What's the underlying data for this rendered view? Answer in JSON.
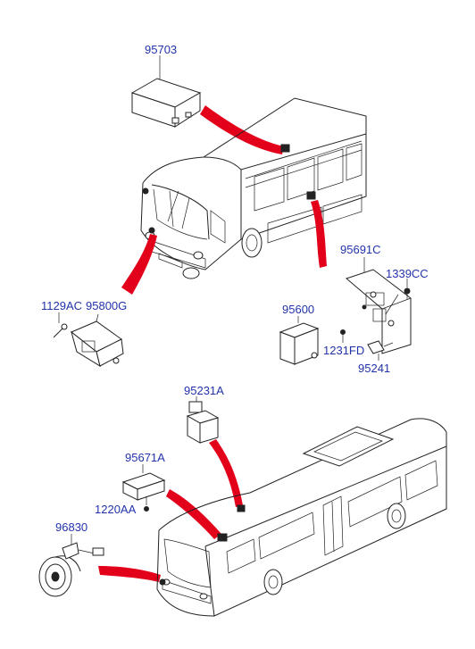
{
  "diagram": {
    "part_numbers": {
      "p95703": "95703",
      "p95691C": "95691C",
      "p1339CC": "1339CC",
      "p1129AC": "1129AC",
      "p95800G": "95800G",
      "p95600": "95600",
      "p1231FD": "1231FD",
      "p95241": "95241",
      "p95231A": "95231A",
      "p95671A": "95671A",
      "p1220AA": "1220AA",
      "p96830": "96830"
    },
    "colors": {
      "label": "#2233aa",
      "pointer": "#e3001b",
      "line": "#222222"
    }
  }
}
